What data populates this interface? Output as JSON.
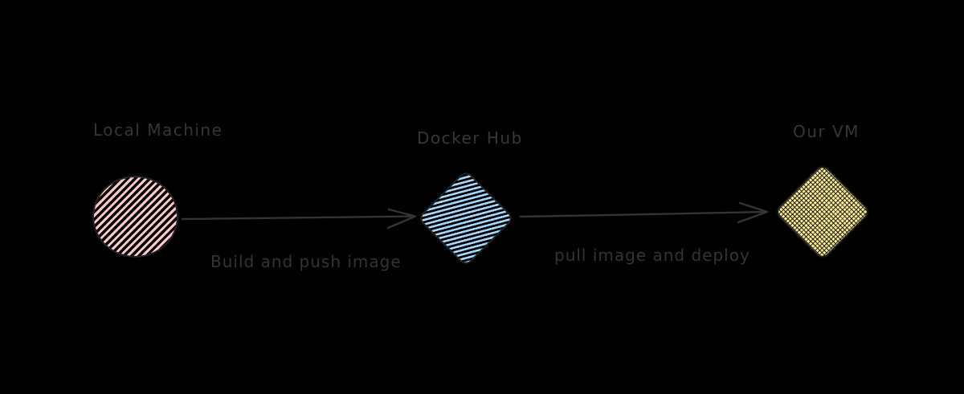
{
  "diagram": {
    "background_color": "#000000",
    "stroke_color": "#333338",
    "text_color": "#36363b",
    "nodes": [
      {
        "id": "local-machine",
        "label": "Local Machine",
        "shape": "circle",
        "fill": "#ffc9c9",
        "fill_style": "hachure"
      },
      {
        "id": "docker-hub",
        "label": "Docker Hub",
        "shape": "diamond",
        "fill": "#a5d8ff",
        "fill_style": "hachure"
      },
      {
        "id": "our-vm",
        "label": "Our VM",
        "shape": "diamond",
        "fill": "#ffec99",
        "fill_style": "cross-hatch"
      }
    ],
    "edges": [
      {
        "from": "local-machine",
        "to": "docker-hub",
        "label": "Build and push image"
      },
      {
        "from": "docker-hub",
        "to": "our-vm",
        "label": "pull image and deploy"
      }
    ]
  }
}
